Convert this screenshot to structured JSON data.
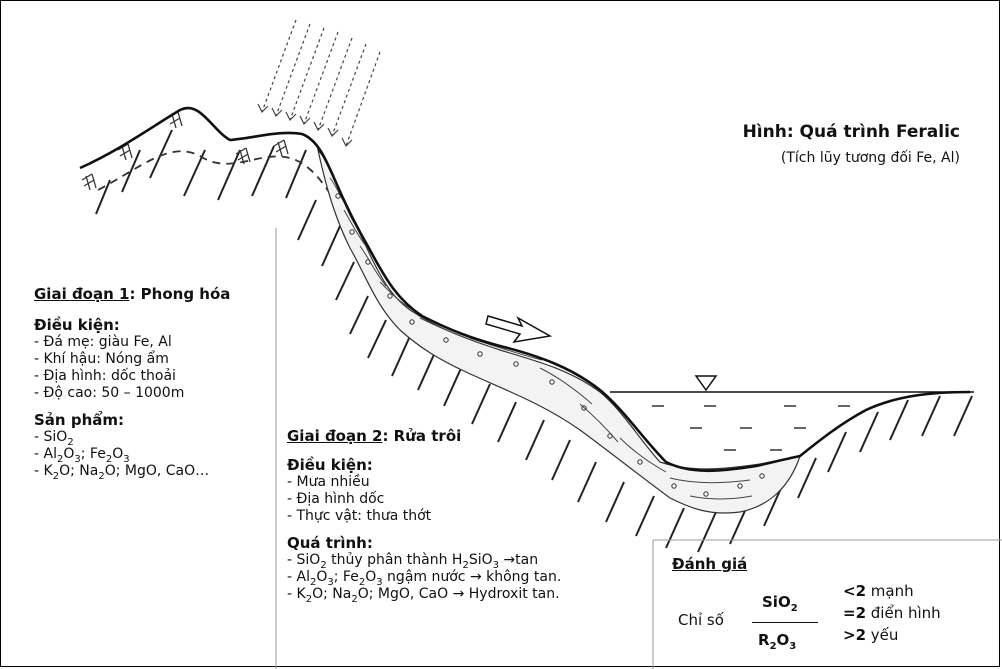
{
  "title": "Hình: Quá trình Feralic",
  "subtitle": "(Tích lũy tương đối Fe, Al)",
  "stage1": {
    "label": "Giai đoạn 1",
    "name": ": Phong hóa",
    "conditions_heading": "Điều kiện:",
    "conditions": [
      "- Đá mẹ: giàu Fe, Al",
      "- Khí hậu: Nóng ẩm",
      "- Địa hình: dốc thoải",
      "- Độ cao: 50 – 1000m"
    ],
    "products_heading": "Sản phẩm:",
    "products": [
      "- SiO2",
      "- Al2O3; Fe2O3",
      "- K2O; Na2O; MgO, CaO…"
    ]
  },
  "stage2": {
    "label": "Giai đoạn 2",
    "name": ": Rửa trôi",
    "conditions_heading": "Điều kiện:",
    "conditions": [
      "- Mưa nhiều",
      "- Địa hình dốc",
      "- Thực vật: thưa thớt"
    ],
    "process_heading": "Quá trình:",
    "process": [
      "- SiO2 thủy phân thành H2SiO3 →tan",
      "- Al2O3; Fe2O3 ngậm nước → không tan.",
      "- K2O; Na2O; MgO, CaO → Hydroxit tan."
    ]
  },
  "evaluation": {
    "heading": "Đánh giá",
    "ratio_label": "Chỉ số",
    "numerator": "SiO2",
    "denominator": "R2O3",
    "rows": [
      {
        "op": "<2",
        "text": " mạnh"
      },
      {
        "op": "=2",
        "text": " điển hình"
      },
      {
        "op": ">2",
        "text": " yếu"
      }
    ]
  }
}
